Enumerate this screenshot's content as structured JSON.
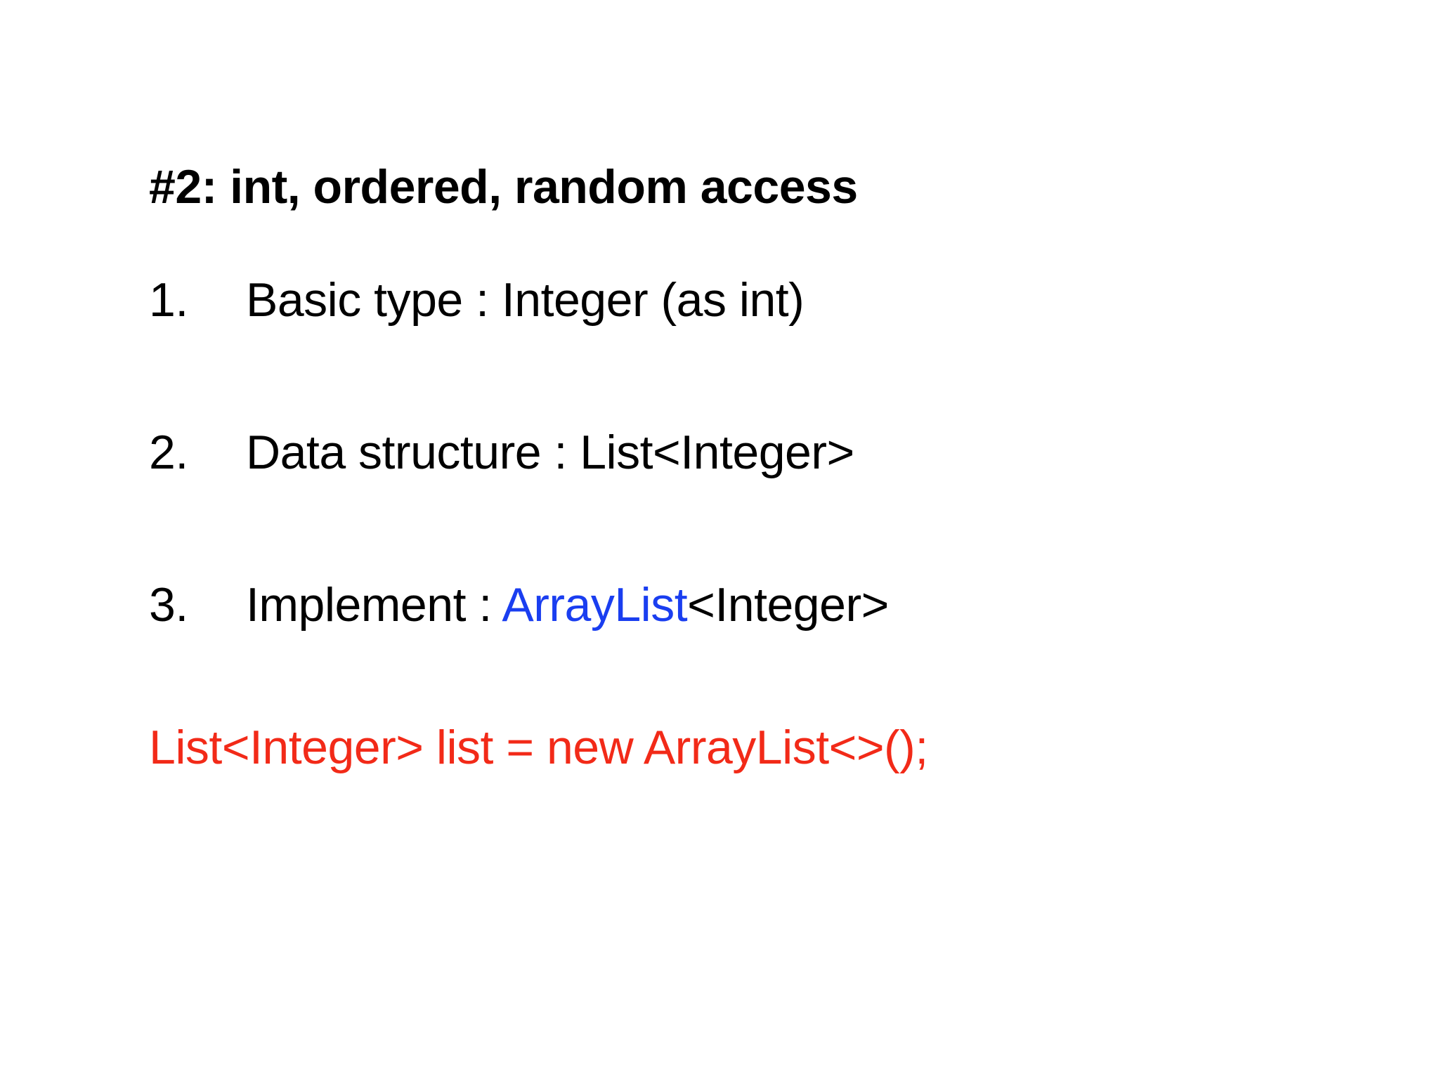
{
  "slide": {
    "background_color": "#ffffff",
    "title": "#2: int, ordered, random access",
    "items": [
      {
        "marker": "1.",
        "text": "Basic type : Integer (as int)",
        "text_color": "#000000"
      },
      {
        "marker": "2.",
        "text": "Data structure : List<Integer>",
        "text_color": "#000000"
      },
      {
        "marker": "3.",
        "prefix": "Implement : ",
        "highlight": "ArrayList",
        "highlight_color": "#1a3ef0",
        "suffix": "<Integer>",
        "text_color": "#000000"
      }
    ],
    "code": {
      "text": "List<Integer> list = new ArrayList<>();",
      "color": "#f22a18"
    }
  }
}
